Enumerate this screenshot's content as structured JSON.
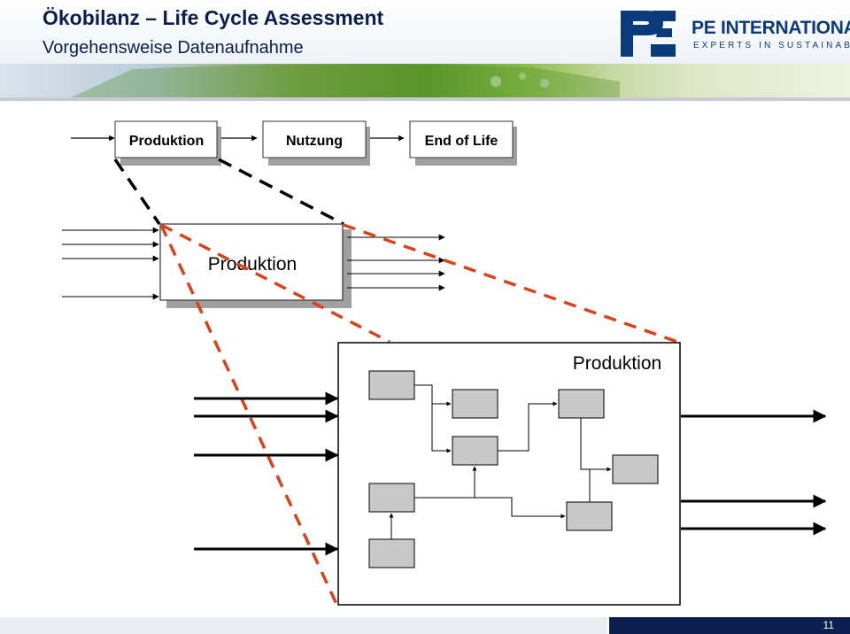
{
  "header": {
    "title": "Ökobilanz – Life Cycle Assessment",
    "subtitle": "Vorgehensweise Datenaufnahme"
  },
  "logo": {
    "name": "PE INTERNATIONAL",
    "tagline": "EXPERTS IN SUSTAINABILITY"
  },
  "lifecycle": {
    "stages": [
      "Produktion",
      "Nutzung",
      "End of Life"
    ]
  },
  "level2": {
    "label": "Produktion"
  },
  "level3": {
    "label": "Produktion"
  },
  "footer": {
    "page_number": "11"
  },
  "colors": {
    "title": "#0a1f4f",
    "connector_black": "#000000",
    "connector_red": "#d9421c",
    "process_box_fill": "#c8c8c8",
    "footer_bar": "#0d1f4f"
  }
}
